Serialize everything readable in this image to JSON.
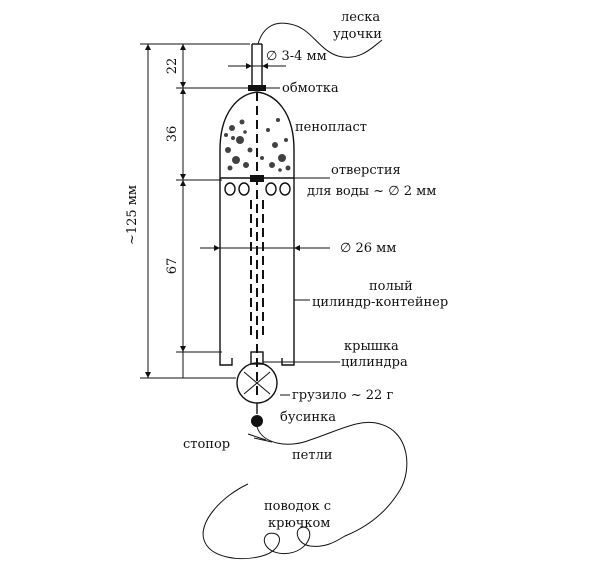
{
  "labels": {
    "line_1": "леска",
    "line_2": "удочки",
    "rod_diameter": "∅ 3-4 мм",
    "winding": "обмотка",
    "foam": "пенопласт",
    "holes_1": "отверстия",
    "holes_2": "для воды ~ ∅ 2 мм",
    "cyl_diameter": "∅ 26 мм",
    "hollow_1": "полый",
    "hollow_2": "цилиндр-контейнер",
    "cap_1": "крышка",
    "cap_2": "цилиндра",
    "sinker": "грузило ~ 22 г",
    "bead": "бусинка",
    "stopper": "стопор",
    "loops": "петли",
    "leader_1": "поводок с",
    "leader_2": "крючком"
  },
  "dimensions": {
    "total": "~125 мм",
    "top": "22",
    "middle": "36",
    "bottom": "67"
  }
}
